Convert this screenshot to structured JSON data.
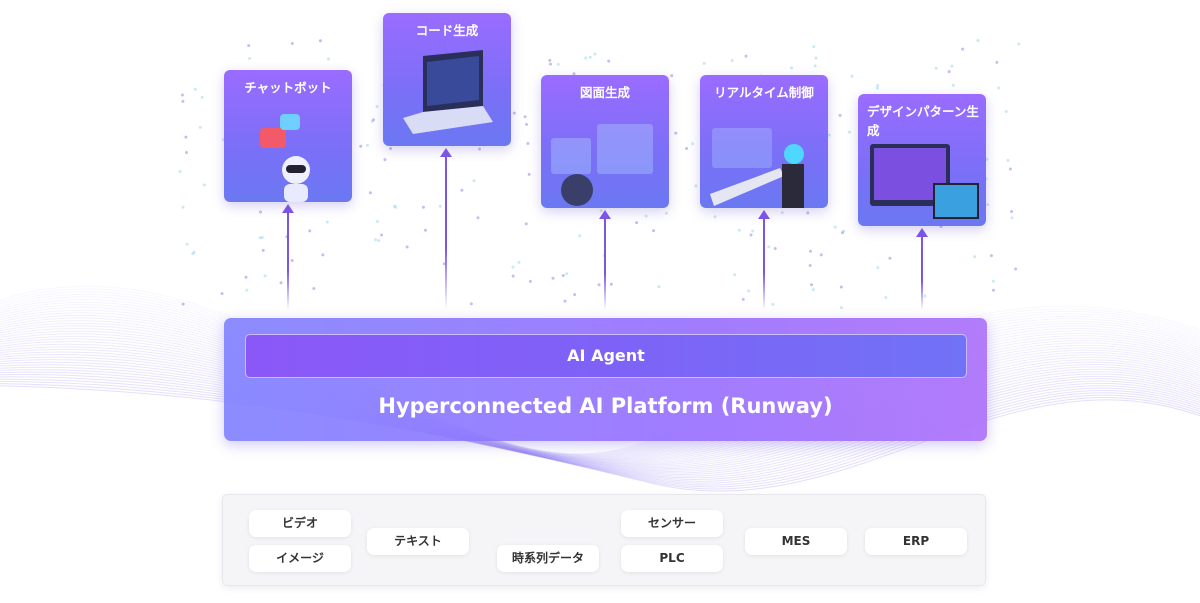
{
  "use_cases": [
    {
      "label": "チャットボット",
      "icon": "chatbot-robot-icon"
    },
    {
      "label": "コード生成",
      "icon": "laptop-code-icon"
    },
    {
      "label": "図面生成",
      "icon": "drawing-dashboard-icon"
    },
    {
      "label": "リアルタイム制御",
      "icon": "robot-arm-icon"
    },
    {
      "label": "デザインパターン生成",
      "icon": "design-monitor-icon"
    }
  ],
  "platform": {
    "agent_label": "AI Agent",
    "title": "Hyperconnected AI Platform (Runway)"
  },
  "sources": [
    "ビデオ",
    "イメージ",
    "テキスト",
    "時系列データ",
    "センサー",
    "PLC",
    "MES",
    "ERP"
  ],
  "colors": {
    "accent": "#7a55e8",
    "card_top": "#9a6cff",
    "card_bottom": "#6b78f2"
  }
}
